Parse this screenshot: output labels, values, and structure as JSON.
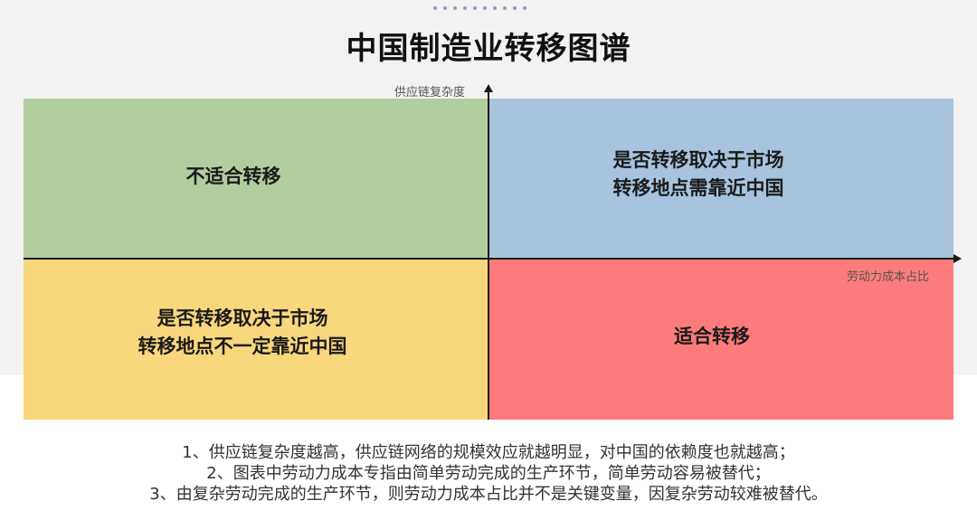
{
  "header": {
    "dots_count": 10,
    "title": "中国制造业转移图谱"
  },
  "diagram": {
    "type": "quadrant",
    "y_axis_label": "供应链复杂度",
    "x_axis_label": "劳动力成本占比",
    "quadrants": {
      "top_left": {
        "lines": [
          "不适合转移"
        ],
        "color": "#b3cd9f"
      },
      "top_right": {
        "lines": [
          "是否转移取决于市场",
          "转移地点需靠近中国"
        ],
        "color": "#a7c3de"
      },
      "bottom_left": {
        "lines": [
          "是否转移取决于市场",
          "转移地点不一定靠近中国"
        ],
        "color": "#f8d77d"
      },
      "bottom_right": {
        "lines": [
          "适合转移"
        ],
        "color": "#fd7b7b"
      }
    }
  },
  "notes": [
    "1、供应链复杂度越高，供应链网络的规模效应就越明显，对中国的依赖度也就越高；",
    "2、图表中劳动力成本专指由简单劳动完成的生产环节，简单劳动容易被替代；",
    "3、由复杂劳动完成的生产环节，则劳动力成本占比并不是关键变量，因复杂劳动较难被替代。"
  ]
}
